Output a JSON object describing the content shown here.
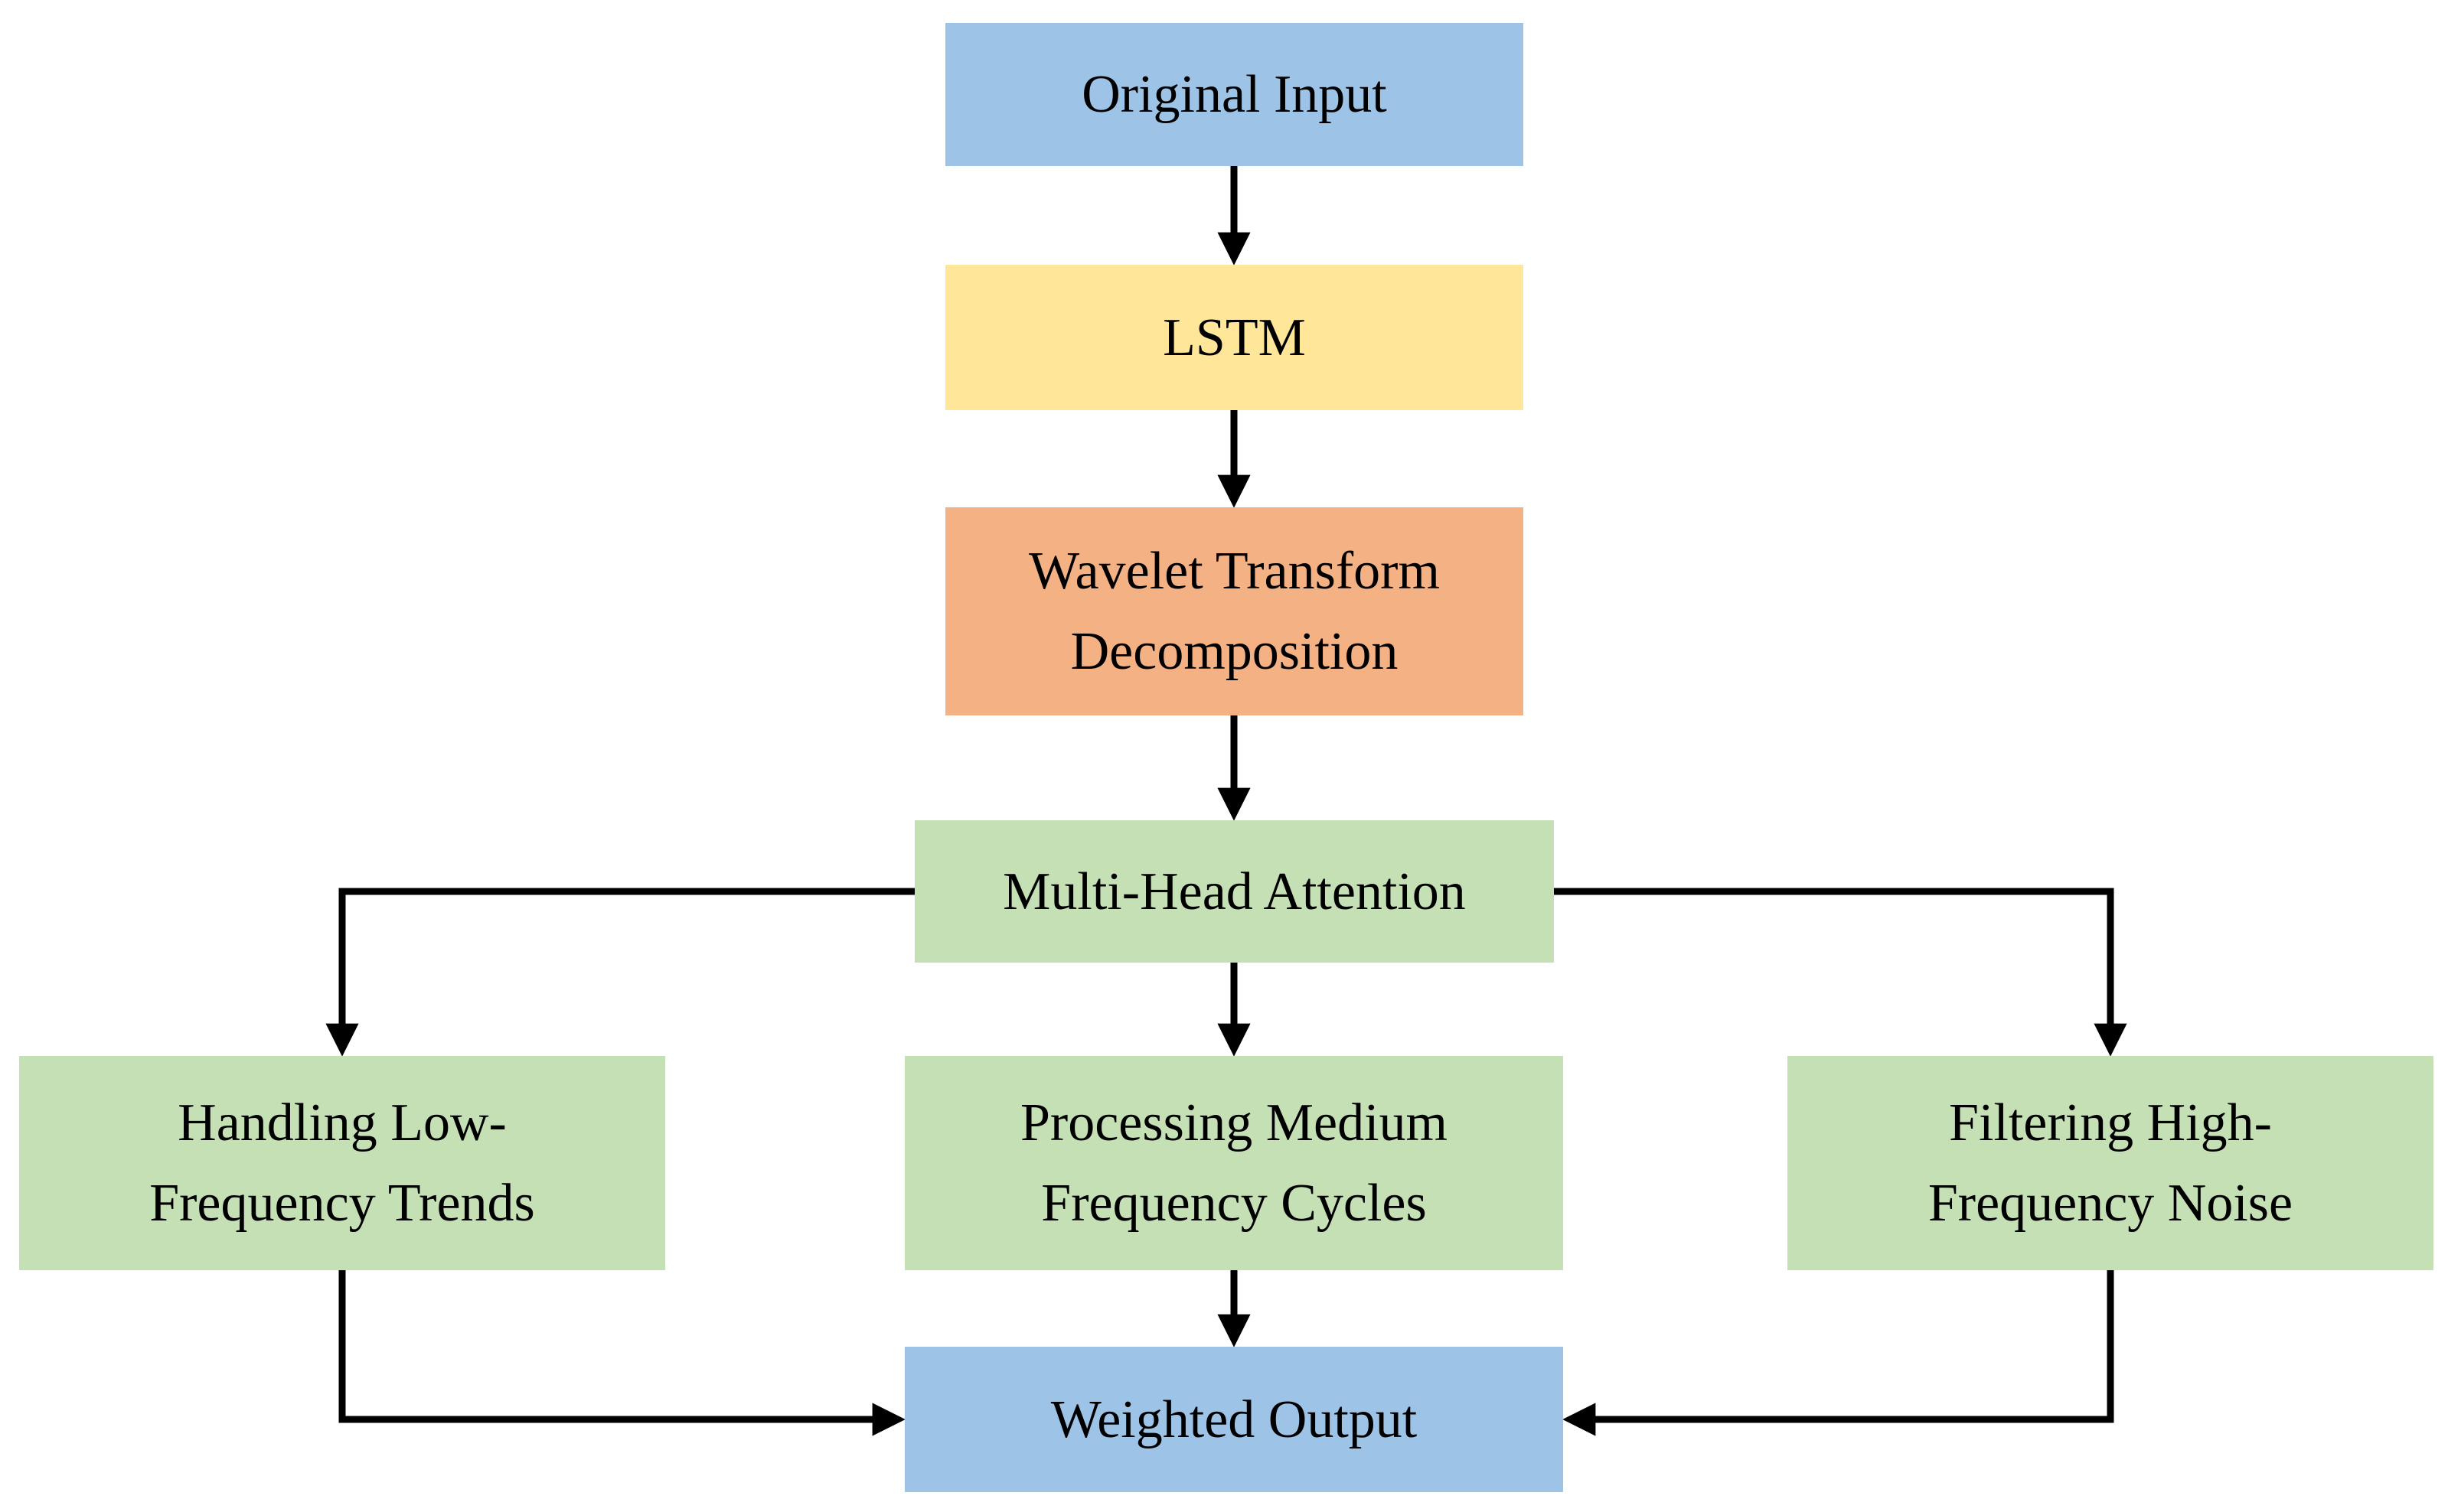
{
  "diagram": {
    "type": "flowchart",
    "background_color": "#ffffff",
    "line_color": "#000000",
    "text_color": "#000000",
    "nodes": {
      "original_input": {
        "label": "Original Input",
        "color": "#9dc3e6"
      },
      "lstm": {
        "label": "LSTM",
        "color": "#ffe699"
      },
      "wavelet_decomposition": {
        "label": "Wavelet Transform\nDecomposition",
        "color": "#f4b183"
      },
      "multi_head_attention": {
        "label": "Multi-Head Attention",
        "color": "#c5e0b4"
      },
      "low_frequency": {
        "label": "Handling Low-\nFrequency Trends",
        "color": "#c5e0b4"
      },
      "medium_frequency": {
        "label": "Processing Medium\nFrequency Cycles",
        "color": "#c5e0b4"
      },
      "high_frequency": {
        "label": "Filtering High-\nFrequency Noise",
        "color": "#c5e0b4"
      },
      "weighted_output": {
        "label": "Weighted Output",
        "color": "#9dc3e6"
      }
    },
    "edges": [
      {
        "from": "Original Input",
        "to": "LSTM"
      },
      {
        "from": "LSTM",
        "to": "Wavelet Transform Decomposition"
      },
      {
        "from": "Wavelet Transform Decomposition",
        "to": "Multi-Head Attention"
      },
      {
        "from": "Multi-Head Attention",
        "to": "Handling Low-Frequency Trends"
      },
      {
        "from": "Multi-Head Attention",
        "to": "Processing Medium Frequency Cycles"
      },
      {
        "from": "Multi-Head Attention",
        "to": "Filtering High-Frequency Noise"
      },
      {
        "from": "Handling Low-Frequency Trends",
        "to": "Weighted Output"
      },
      {
        "from": "Processing Medium Frequency Cycles",
        "to": "Weighted Output"
      },
      {
        "from": "Filtering High-Frequency Noise",
        "to": "Weighted Output"
      }
    ]
  }
}
